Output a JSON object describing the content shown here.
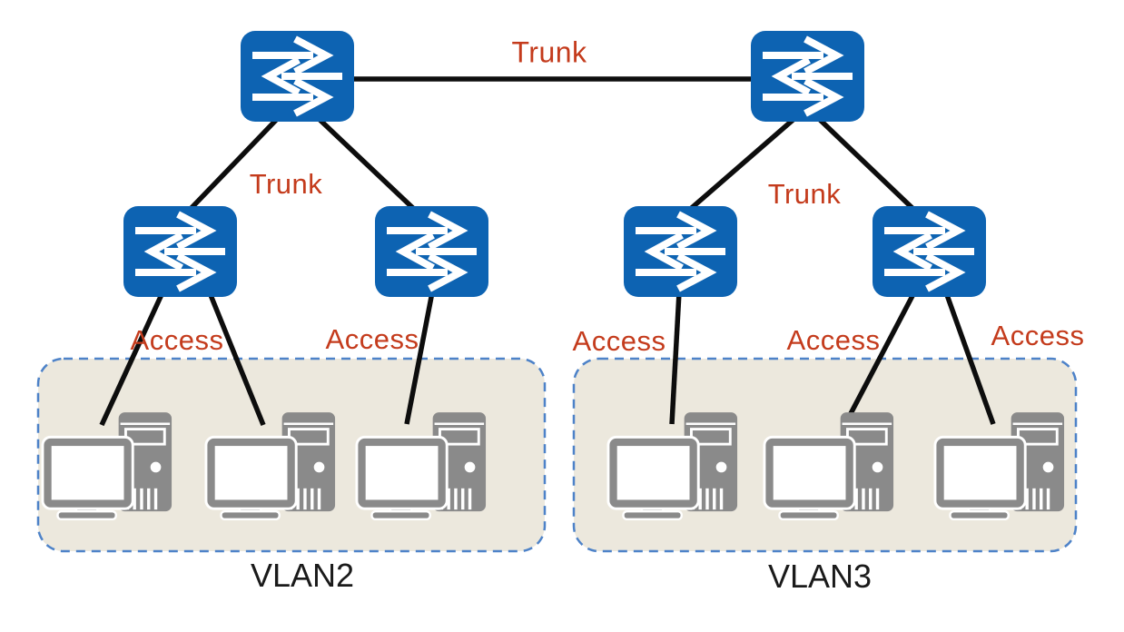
{
  "diagram": {
    "type": "vlan-network-topology",
    "link_labels": {
      "trunk_top": "Trunk",
      "trunk_left": "Trunk",
      "trunk_right": "Trunk",
      "access_vlan2_left": "Access",
      "access_vlan2_right": "Access",
      "access_vlan3_left": "Access",
      "access_vlan3_middle": "Access",
      "access_vlan3_right": "Access"
    },
    "zones": [
      {
        "id": "vlan2",
        "label": "VLAN2",
        "computer_count": 3
      },
      {
        "id": "vlan3",
        "label": "VLAN3",
        "computer_count": 3
      }
    ],
    "nodes": {
      "switches": [
        "core-switch-left",
        "core-switch-right",
        "access-switch-1",
        "access-switch-2",
        "access-switch-3",
        "access-switch-4"
      ],
      "computers": [
        "pc-1",
        "pc-2",
        "pc-3",
        "pc-4",
        "pc-5",
        "pc-6"
      ]
    },
    "links": [
      {
        "from": "core-switch-left",
        "to": "core-switch-right",
        "type": "Trunk"
      },
      {
        "from": "core-switch-left",
        "to": "access-switch-1",
        "type": "Trunk"
      },
      {
        "from": "core-switch-left",
        "to": "access-switch-2",
        "type": "Trunk"
      },
      {
        "from": "core-switch-right",
        "to": "access-switch-3",
        "type": "Trunk"
      },
      {
        "from": "core-switch-right",
        "to": "access-switch-4",
        "type": "Trunk"
      },
      {
        "from": "access-switch-1",
        "to": "pc-1",
        "type": "Access"
      },
      {
        "from": "access-switch-1",
        "to": "pc-2",
        "type": "Access"
      },
      {
        "from": "access-switch-2",
        "to": "pc-3",
        "type": "Access"
      },
      {
        "from": "access-switch-3",
        "to": "pc-4",
        "type": "Access"
      },
      {
        "from": "access-switch-4",
        "to": "pc-5",
        "type": "Access"
      },
      {
        "from": "access-switch-4",
        "to": "pc-6",
        "type": "Access"
      }
    ],
    "colors": {
      "switch_blue": "#0d63b2",
      "label_red": "#c43b1c",
      "link_black": "#0d0d0d",
      "zone_fill": "#ece8dd",
      "zone_border_blue": "#4d82c8",
      "computer_gray": "#8a8a8a",
      "vlan_label_black": "#1a1a1a"
    }
  }
}
